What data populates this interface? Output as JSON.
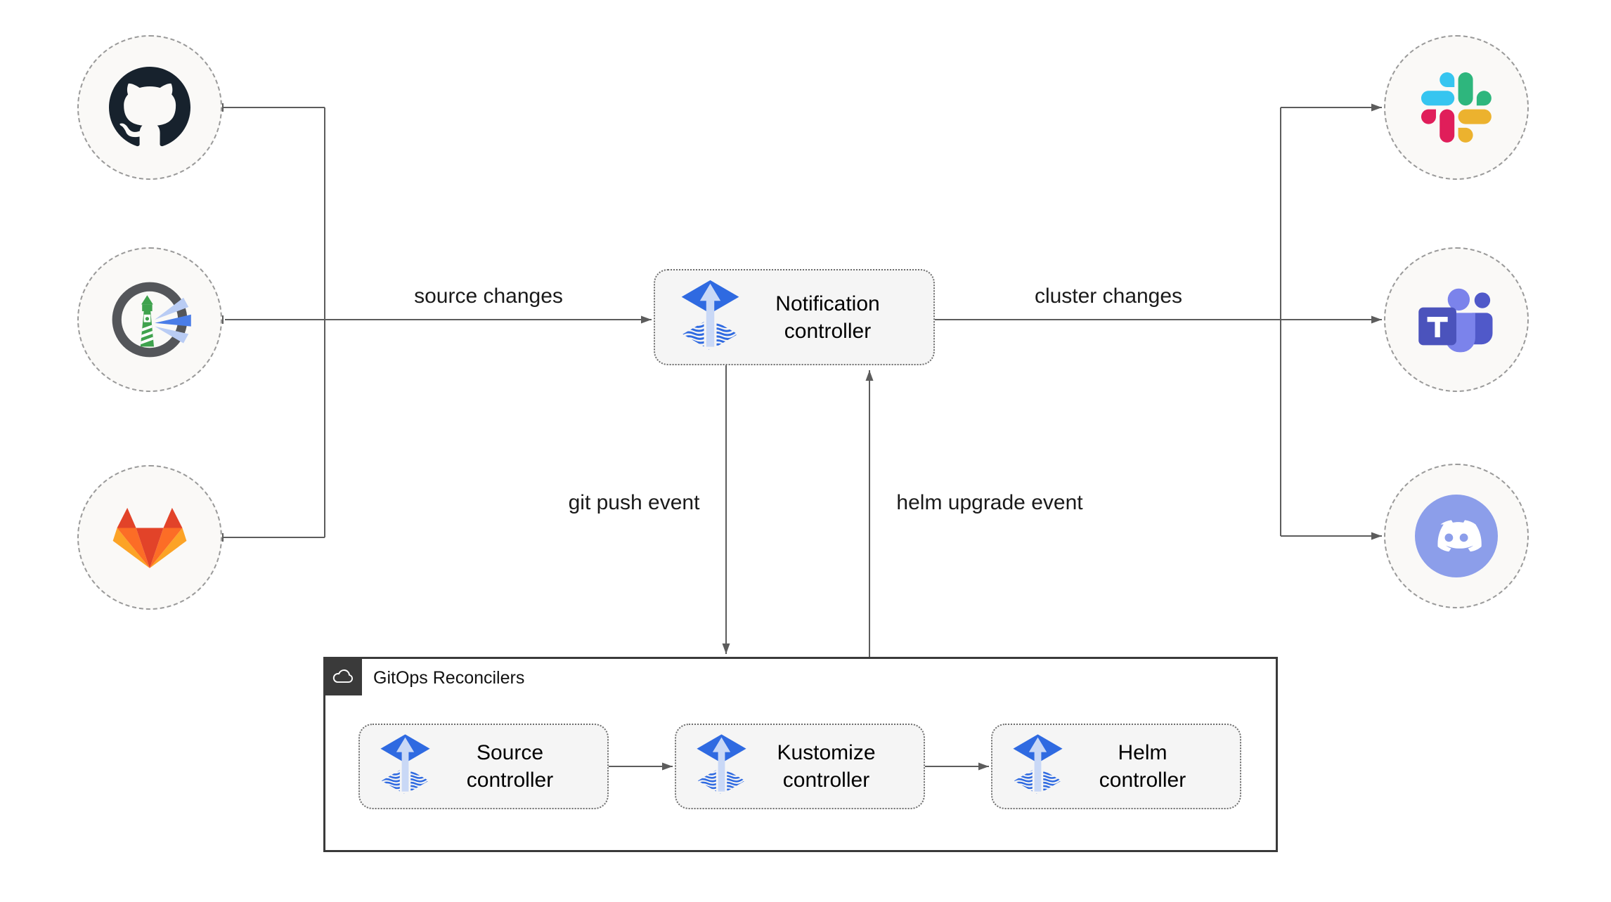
{
  "diagram": {
    "kind": "flux-gitops-notification-architecture",
    "sources": [
      {
        "name": "GitHub",
        "icon": "github-icon"
      },
      {
        "name": "Harbor",
        "icon": "harbor-icon"
      },
      {
        "name": "GitLab",
        "icon": "gitlab-icon"
      }
    ],
    "notification_controller": {
      "label": "Notification controller",
      "label_line1": "Notification",
      "label_line2": "controller",
      "icon": "flux-icon"
    },
    "alert_targets": [
      {
        "name": "Slack",
        "icon": "slack-icon"
      },
      {
        "name": "Microsoft Teams",
        "icon": "teams-icon"
      },
      {
        "name": "Discord",
        "icon": "discord-icon"
      }
    ],
    "edge_labels": {
      "source_changes": "source changes",
      "cluster_changes": "cluster changes",
      "git_push_event": "git push event",
      "helm_upgrade_event": "helm upgrade event"
    },
    "reconcilers_group": {
      "title": "GitOps Reconcilers",
      "icon": "cloud-icon",
      "controllers": [
        {
          "label": "Source controller",
          "label_line1": "Source",
          "label_line2": "controller",
          "icon": "flux-icon"
        },
        {
          "label": "Kustomize controller",
          "label_line1": "Kustomize",
          "label_line2": "controller",
          "icon": "flux-icon"
        },
        {
          "label": "Helm controller",
          "label_line1": "Helm",
          "label_line2": "controller",
          "icon": "flux-icon"
        }
      ]
    },
    "colors": {
      "arrow": "#5c5c5c",
      "box_fill": "#f5f5f5",
      "box_border": "#6e6e6e",
      "group_border": "#3a3a3a",
      "circle_fill": "#faf9f7",
      "circle_border": "#9a9a9a",
      "flux_blue": "#2f6ae1",
      "flux_arrow_light": "#c9d8f6",
      "github_dark": "#17222d",
      "gitlab_red": "#e24329",
      "gitlab_orange": "#fc6d26",
      "gitlab_yellow": "#fca326",
      "harbor_gray": "#54565a",
      "harbor_green": "#3fa24d",
      "harbor_beam": "#4a7de8",
      "harbor_beam_light": "#b9ccf4",
      "slack_blue": "#36C5F0",
      "slack_green": "#2EB67D",
      "slack_yellow": "#ECB22E",
      "slack_red": "#E01E5A",
      "teams_purple": "#4b53bc",
      "teams_light": "#7b83eb",
      "teams_mid": "#5059c9",
      "discord_blurple": "#8c9eea"
    }
  }
}
